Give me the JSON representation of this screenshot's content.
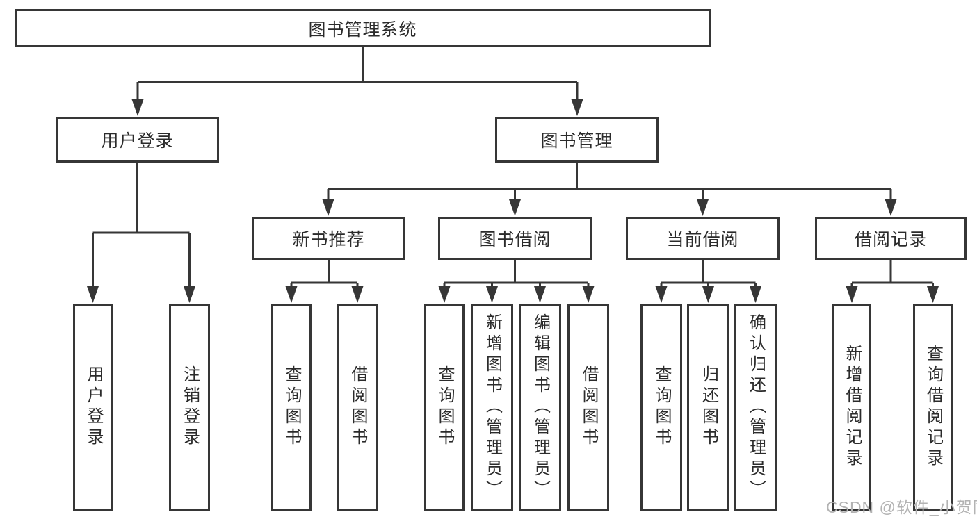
{
  "diagram": {
    "root": {
      "label": "图书管理系统"
    },
    "branches": [
      {
        "label": "用户登录",
        "children": [
          {
            "label": "用户登录"
          },
          {
            "label": "注销登录"
          }
        ]
      },
      {
        "label": "图书管理",
        "children": [
          {
            "label": "新书推荐",
            "children": [
              {
                "label": "查询图书"
              },
              {
                "label": "借阅图书"
              }
            ]
          },
          {
            "label": "图书借阅",
            "children": [
              {
                "label": "查询图书"
              },
              {
                "label": "新增图书（管理员）"
              },
              {
                "label": "编辑图书（管理员）"
              },
              {
                "label": "借阅图书"
              }
            ]
          },
          {
            "label": "当前借阅",
            "children": [
              {
                "label": "查询图书"
              },
              {
                "label": "归还图书"
              },
              {
                "label": "确认归还（管理员）"
              }
            ]
          },
          {
            "label": "借阅记录",
            "children": [
              {
                "label": "新增借阅记录"
              },
              {
                "label": "查询借阅记录"
              }
            ]
          }
        ]
      }
    ]
  },
  "watermark": "CSDN @软件_小贺同学",
  "colors": {
    "line": "#363636",
    "text": "#2b2b2b",
    "watermark": "#b3b3b3",
    "background": "#ffffff"
  }
}
